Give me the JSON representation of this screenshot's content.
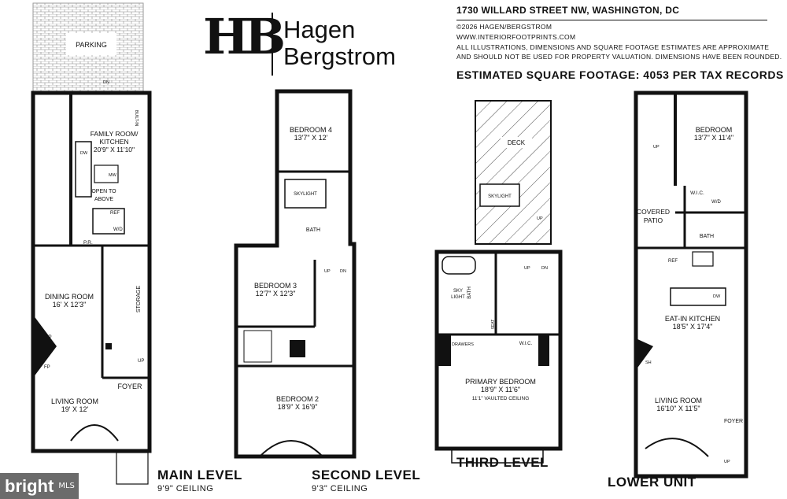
{
  "logo": {
    "mark": "HB",
    "line1": "Hagen",
    "line2": "Bergstrom"
  },
  "header": {
    "address": "1730 WILLARD STREET NW, WASHINGTON, DC",
    "copyright": "©2026 HAGEN/BERGSTROM",
    "website": "WWW.INTERIORFOOTPRINTS.COM",
    "disclaimer_1": "ALL ILLUSTRATIONS, DIMENSIONS AND SQUARE FOOTAGE ESTIMATES ARE APPROXIMATE",
    "disclaimer_2": "AND SHOULD NOT BE USED FOR PROPERTY VALUATION. DIMENSIONS HAVE BEEN ROUNDED.",
    "sqft": "ESTIMATED SQUARE FOOTAGE: 4053 PER TAX RECORDS"
  },
  "levels": {
    "main": {
      "name": "MAIN LEVEL",
      "ceiling": "9'9\" CEILING"
    },
    "second": {
      "name": "SECOND LEVEL",
      "ceiling": "9'3\" CEILING"
    },
    "third": {
      "name": "THIRD LEVEL"
    },
    "lower": {
      "name": "LOWER UNIT"
    }
  },
  "rooms": {
    "parking": "PARKING",
    "dn": "DN",
    "up": "UP",
    "builtin": "BUILT-IN",
    "family_room": "FAMILY ROOM/",
    "kitchen": "KITCHEN",
    "family_dim": "20'9\" X 11'10\"",
    "dw": "DW",
    "mw": "MW",
    "open_to": "OPEN TO",
    "above": "ABOVE",
    "ref": "REF",
    "wd": "W/D",
    "pr": "P.R.",
    "dining_room": "DINING ROOM",
    "dining_dim": "16' X 12'3\"",
    "storage": "STORAGE",
    "fp": "FP",
    "foyer": "FOYER",
    "living_room": "LIVING ROOM",
    "living_dim": "19' X 12'",
    "bedroom4": "BEDROOM 4",
    "bedroom4_dim": "13'7\" X 12'",
    "skylight": "SKYLIGHT",
    "bath": "BATH",
    "bedroom3": "BEDROOM 3",
    "bedroom3_dim": "12'7\" X 12'3\"",
    "bedroom2": "BEDROOM 2",
    "bedroom2_dim": "18'9\" X 16'9\"",
    "deck": "DECK",
    "sky": "SKY",
    "light": "LIGHT",
    "seat": "SEAT",
    "drawers": "DRAWERS",
    "wic": "W.I.C.",
    "primary_bedroom": "PRIMARY BEDROOM",
    "primary_dim": "18'9\" X 11'6\"",
    "vaulted": "11'1\" VAULTED CEILING",
    "lower_bedroom": "BEDROOM",
    "lower_bedroom_dim": "13'7\" X 11'4\"",
    "covered": "COVERED",
    "patio": "PATIO",
    "eat_in_kitchen": "EAT-IN KITCHEN",
    "eat_in_dim": "18'5\" X 17'4\"",
    "sh": "SH",
    "lower_living": "LIVING ROOM",
    "lower_living_dim": "16'10\" X 11'5\""
  },
  "badge": {
    "brand": "bright",
    "mls": "MLS"
  }
}
